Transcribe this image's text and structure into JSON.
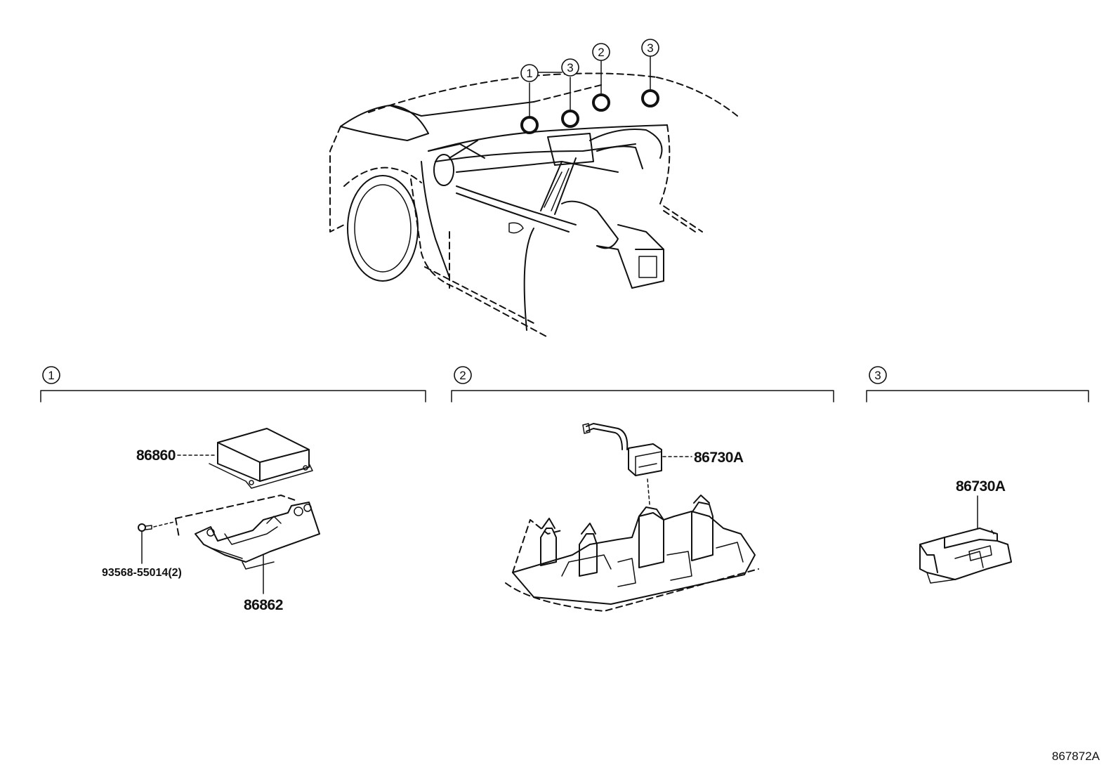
{
  "overview": {
    "callouts": [
      "1",
      "3",
      "2",
      "3"
    ]
  },
  "sections": [
    {
      "number": "1",
      "parts": [
        {
          "label": "86860"
        },
        {
          "label": "93568-55014(2)"
        },
        {
          "label": "86862"
        }
      ]
    },
    {
      "number": "2",
      "parts": [
        {
          "label": "86730A"
        }
      ]
    },
    {
      "number": "3",
      "parts": [
        {
          "label": "86730A"
        }
      ]
    }
  ],
  "footer": {
    "illustration_id": "867872A"
  }
}
